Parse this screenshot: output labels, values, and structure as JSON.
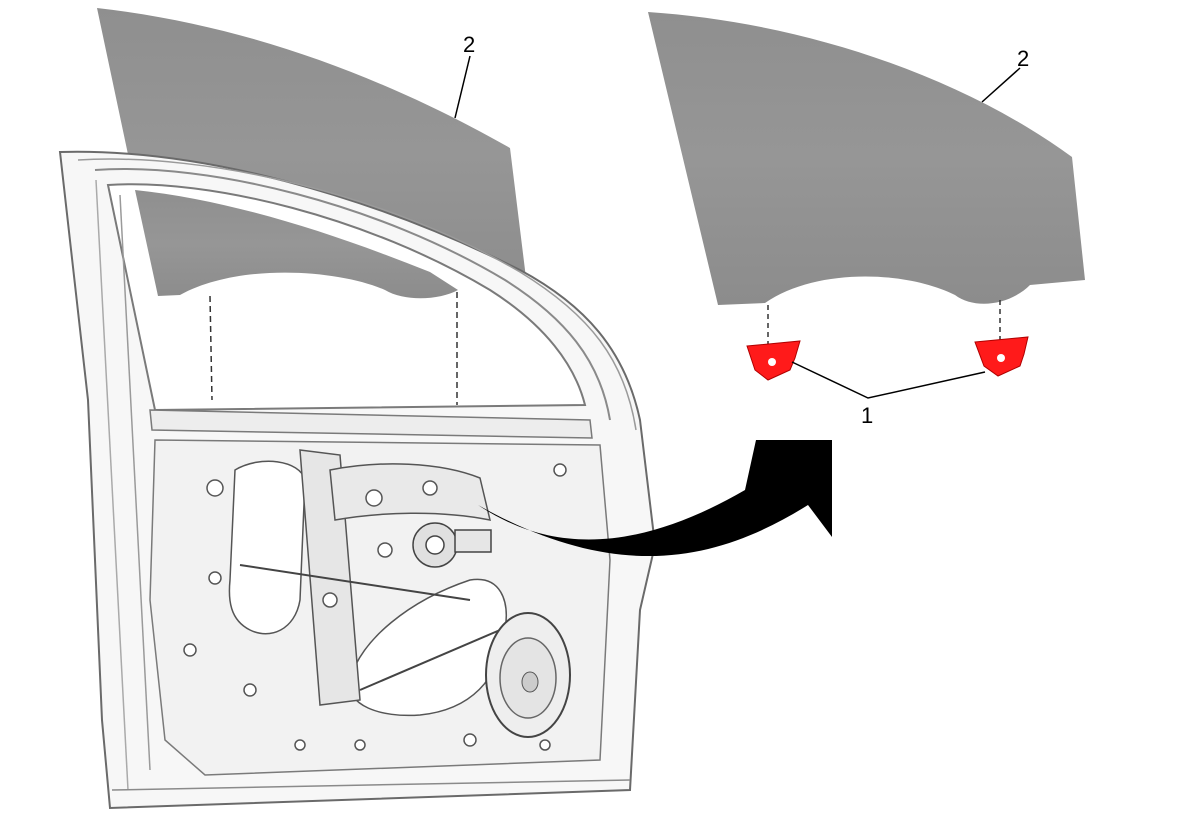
{
  "diagram": {
    "callouts": {
      "left_glass": "2",
      "right_glass": "2",
      "clips": "1"
    },
    "colors": {
      "glass": "#929292",
      "clip": "#ff1a1a",
      "door_panel": "#f7f7f7",
      "line_art": "#6a6a6a",
      "arrow": "#000000",
      "background": "#ffffff"
    },
    "icons": {
      "clip_left": "window-clip-icon",
      "clip_right": "window-clip-icon",
      "arrow": "curved-arrow-icon"
    }
  }
}
